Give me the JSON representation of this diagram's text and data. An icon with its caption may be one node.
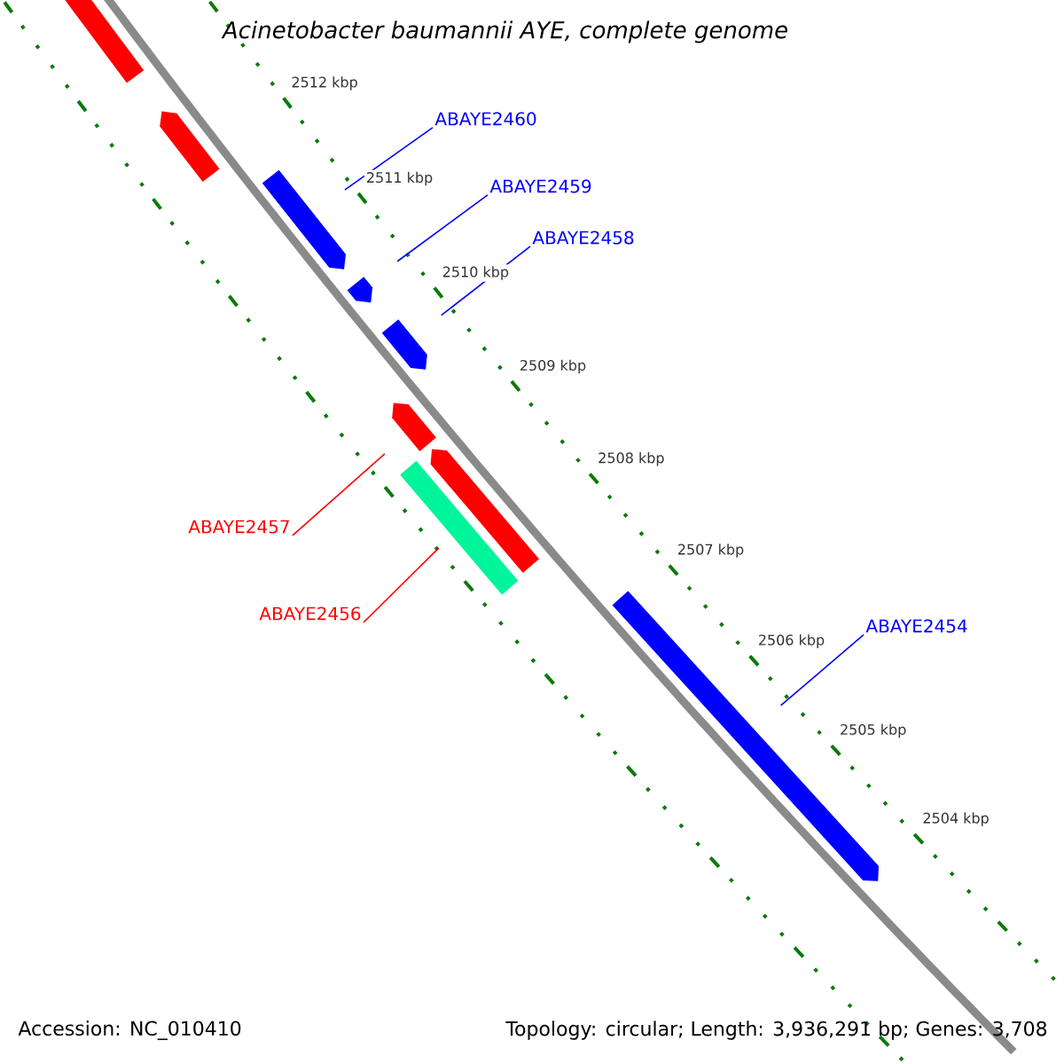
{
  "diagram": {
    "title": "Acinetobacter baumannii AYE, complete genome",
    "nodes": [
      {
        "text": [
          "ABAYE2460"
        ]
      },
      {
        "text": [
          "ABAYE2459"
        ]
      },
      {
        "text": [
          "ABAYE2458"
        ]
      },
      {
        "text": [
          "ABAYE2457"
        ]
      },
      {
        "text": [
          "ABAYE2456"
        ]
      },
      {
        "text": [
          "ABAYE2454"
        ]
      },
      {
        "text": [],
        "shape": "bar"
      },
      {
        "text": [],
        "shape": "pentagon"
      },
      {
        "text": [],
        "shape": "pentagon"
      },
      {
        "text": [],
        "shape": "pentagon"
      },
      {
        "text": [],
        "shape": "pentagon"
      },
      {
        "text": [],
        "shape": "pentagon"
      },
      {
        "text": [],
        "shape": "bar"
      },
      {
        "text": [],
        "shape": "pentagon"
      },
      {
        "text": [],
        "shape": "pentagon"
      }
    ],
    "edges": [
      {
        "from": 0,
        "to": 8,
        "arrow": "none"
      },
      {
        "from": 1,
        "to": 9,
        "arrow": "none"
      },
      {
        "from": 2,
        "to": 10,
        "arrow": "none"
      },
      {
        "from": 3,
        "to": 11,
        "arrow": "none",
        "color": "#ff0000"
      },
      {
        "from": 4,
        "to": 12,
        "arrow": "none",
        "color": "#ff0000"
      },
      {
        "from": 5,
        "to": 14,
        "arrow": "none"
      }
    ],
    "labels": [
      "2512 kbp",
      "2511 kbp",
      "2510 kbp",
      "2509 kbp",
      "2508 kbp",
      "2507 kbp",
      "2506 kbp",
      "2505 kbp",
      "2504 kbp",
      "Accession: NC_010410",
      "Topology: circular; Length: 3,936,291 bp; Genes: 3,708"
    ]
  }
}
